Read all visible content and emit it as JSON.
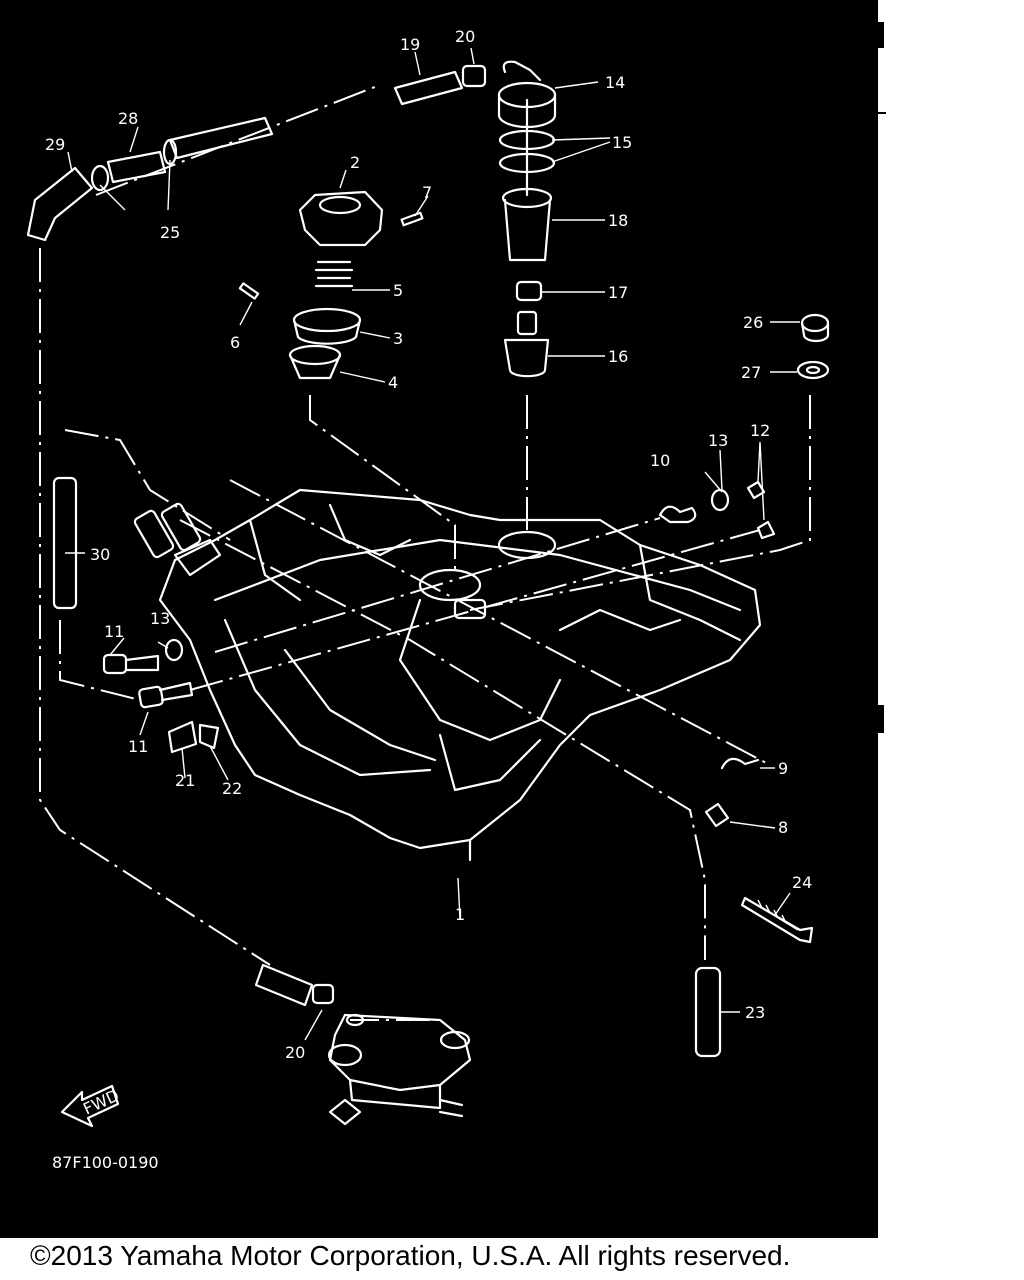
{
  "diagram": {
    "part_labels": [
      "1",
      "2",
      "3",
      "4",
      "5",
      "6",
      "7",
      "8",
      "9",
      "10",
      "11",
      "11",
      "12",
      "13",
      "13",
      "14",
      "15",
      "16",
      "17",
      "18",
      "19",
      "20",
      "20",
      "21",
      "22",
      "23",
      "24",
      "25",
      "26",
      "27",
      "28",
      "29",
      "30"
    ],
    "fwd_badge": "FWD",
    "drawing_code": "87F100-0190"
  },
  "footer": {
    "copyright": "©2013 Yamaha Motor Corporation, U.S.A. All rights reserved."
  },
  "colors": {
    "background": "#000000",
    "line": "#ffffff",
    "page": "#ffffff"
  }
}
